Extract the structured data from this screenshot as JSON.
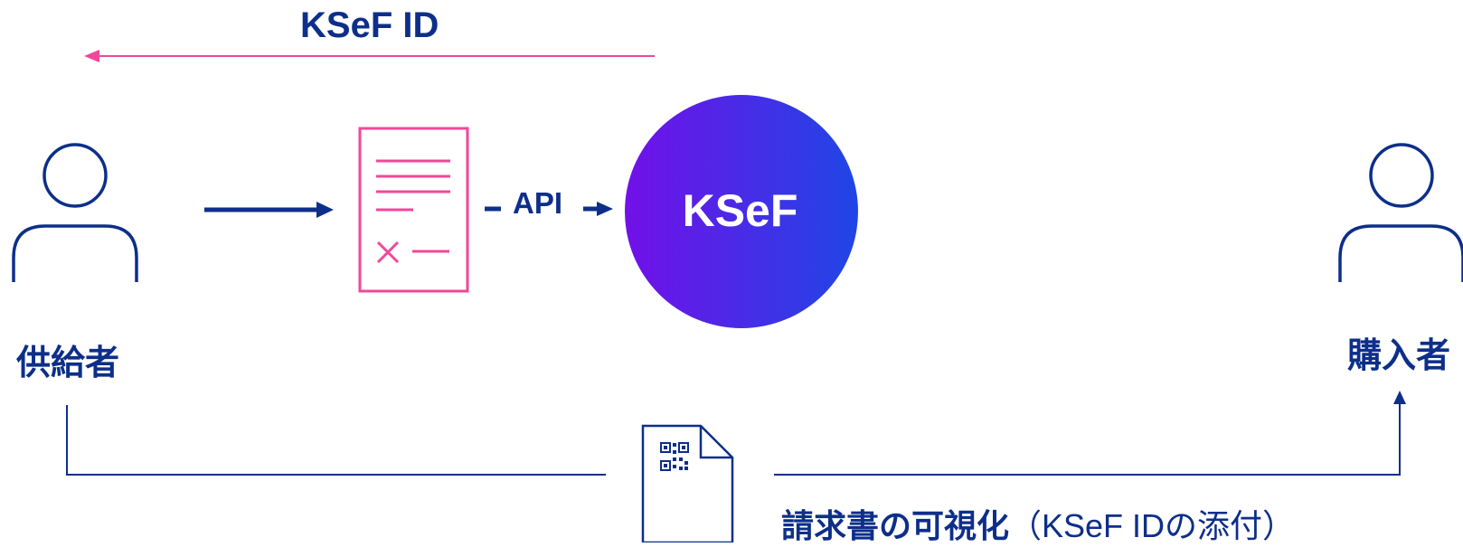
{
  "diagram": {
    "top_arrow_label": "KSeF ID",
    "supplier_label": "供給者",
    "buyer_label": "購入者",
    "api_label": "API",
    "ksef_label": "KSeF",
    "bottom_label_main": "請求書の可視化",
    "bottom_label_sub": "（KSeF IDの添付）"
  },
  "colors": {
    "navy": "#0d2f8a",
    "pink": "#f0479a",
    "gradient_start": "#7210e8",
    "gradient_end": "#1f46e6"
  },
  "icons": {
    "person": "person-outline-icon",
    "invoice": "invoice-document-icon",
    "qr_document": "qr-document-icon"
  }
}
